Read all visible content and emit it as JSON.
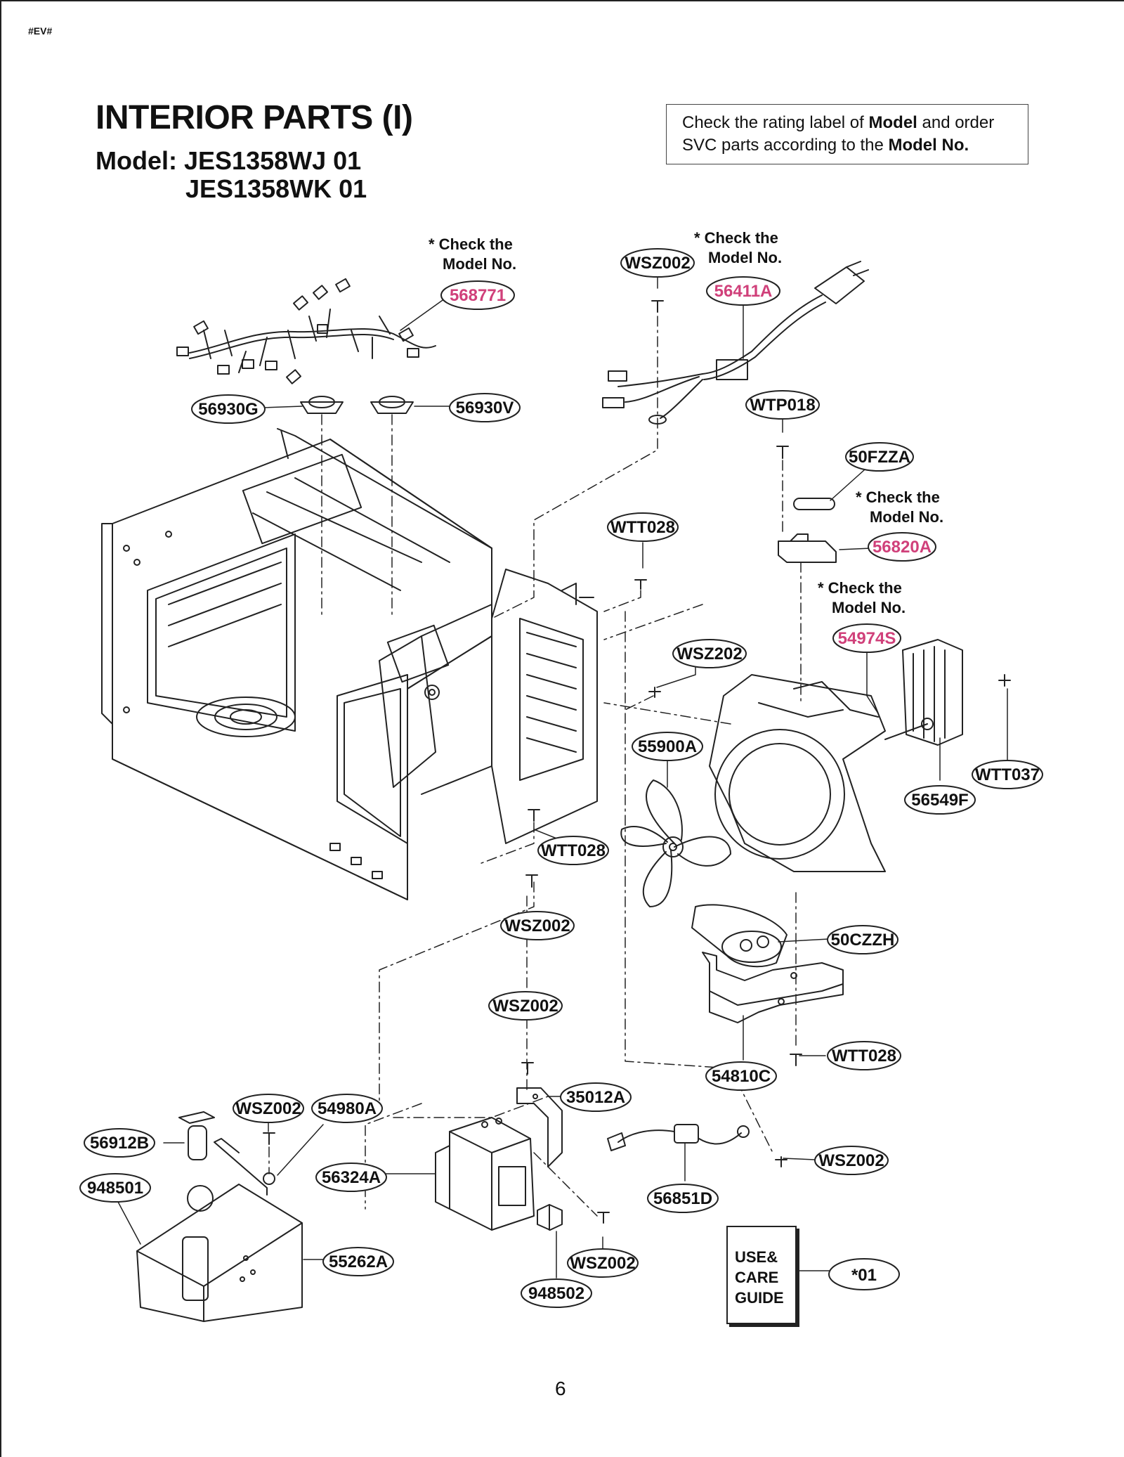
{
  "page": {
    "code": "#EV#",
    "title": "INTERIOR PARTS (I)",
    "model_prefix": "Model:",
    "models": [
      "JES1358WJ 01",
      "JES1358WK 01"
    ],
    "page_number": "6"
  },
  "notice": {
    "part1": "Check the rating label of ",
    "bold1": "Model",
    "part2": " and order SVC parts according to the ",
    "bold2": "Model No."
  },
  "check_note": {
    "line1": "* Check the",
    "line2": "Model No."
  },
  "manual": {
    "lines": [
      "USE&",
      "CARE",
      "GUIDE"
    ]
  },
  "colors": {
    "highlight_label": "#d0407a",
    "line": "#222222"
  },
  "labels": {
    "harness": "568771",
    "thermo_left": "56930G",
    "thermo_right": "56930V",
    "screw_top": "WSZ002",
    "power_cord": "56411A",
    "screw_wtp018": "WTP018",
    "fuse": "50FZZA",
    "fuse_holder": "56820A",
    "screw_wtt028_a": "WTT028",
    "screw_wsz202": "WSZ202",
    "fan_duct": "54974S",
    "fan_motor": "56549F",
    "screw_wtt037": "WTT037",
    "fan_blade": "55900A",
    "screw_wtt028_b": "WTT028",
    "screw_wsz002_b": "WSZ002",
    "capacitor": "50CZZH",
    "cap_bracket": "54810C",
    "screw_wtt028_c": "WTT028",
    "screw_wsz002_c": "WSZ002",
    "bracket_35012": "35012A",
    "screw_wsz002_d": "WSZ002",
    "spring_54980": "54980A",
    "lamp_56912": "56912B",
    "lamp_socket": "948501",
    "magnetron": "56324A",
    "diode": "56851D",
    "screw_wsz002_e": "WSZ002",
    "duct_55262": "55262A",
    "screw_wsz002_f": "WSZ002",
    "thermistor_948502": "948502",
    "manual_ref": "*01"
  }
}
